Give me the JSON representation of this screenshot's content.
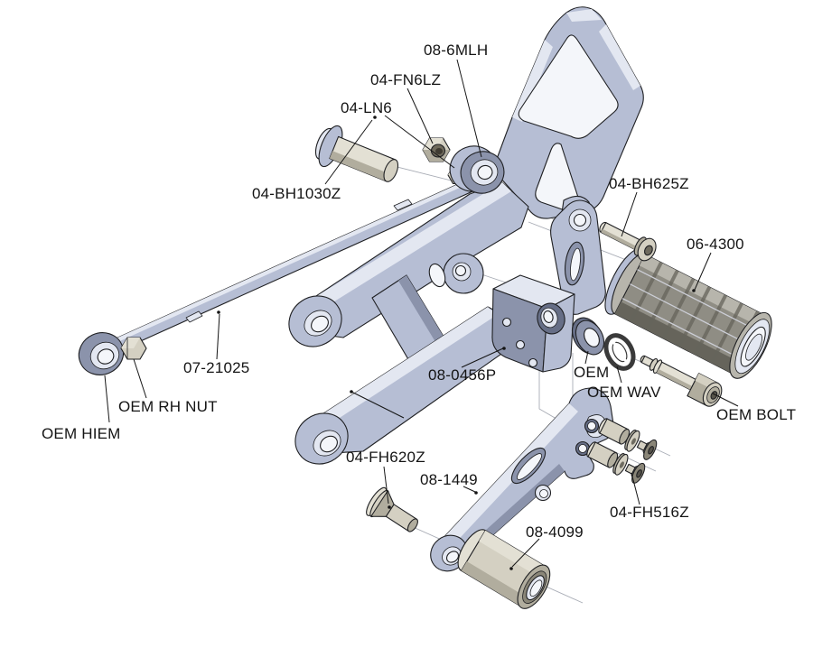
{
  "diagram": {
    "type": "exploded-parts-diagram",
    "subject": "motorcycle rearset assembly"
  },
  "parts": [
    {
      "label": "08-6MLH"
    },
    {
      "label": "04-FN6LZ"
    },
    {
      "label": "04-LN6"
    },
    {
      "label": "04-BH1030Z"
    },
    {
      "label": "04-BH625Z"
    },
    {
      "label": "06-4300"
    },
    {
      "label": "07-21025"
    },
    {
      "label": "08-0456P"
    },
    {
      "label": "OEM"
    },
    {
      "label": "OEM WAV"
    },
    {
      "label": "OEM BOLT"
    },
    {
      "label": "OEM RH NUT"
    },
    {
      "label": "OEM HIEM"
    },
    {
      "label": "04-FH620Z"
    },
    {
      "label": "08-1449"
    },
    {
      "label": "08-4099"
    },
    {
      "label": "04-FH516Z"
    }
  ],
  "colors": {
    "background": "#ffffff",
    "ink": "#141414",
    "line": "#1f2023",
    "guide": "#a8acb5",
    "part_light": "#e3e7f1",
    "part_mid": "#b6bed4",
    "part_dark": "#8b93ab",
    "part_darker": "#666e86",
    "part_white": "#f4f6fa",
    "bolt_light": "#e3e0d4",
    "bolt_mid": "#d4d0c2",
    "bolt_dark": "#b1ad9e",
    "bolt_deep": "#8a8678",
    "peg_light": "#b7b5ac",
    "peg_mid": "#8f8d84",
    "peg_dark": "#66645b"
  }
}
